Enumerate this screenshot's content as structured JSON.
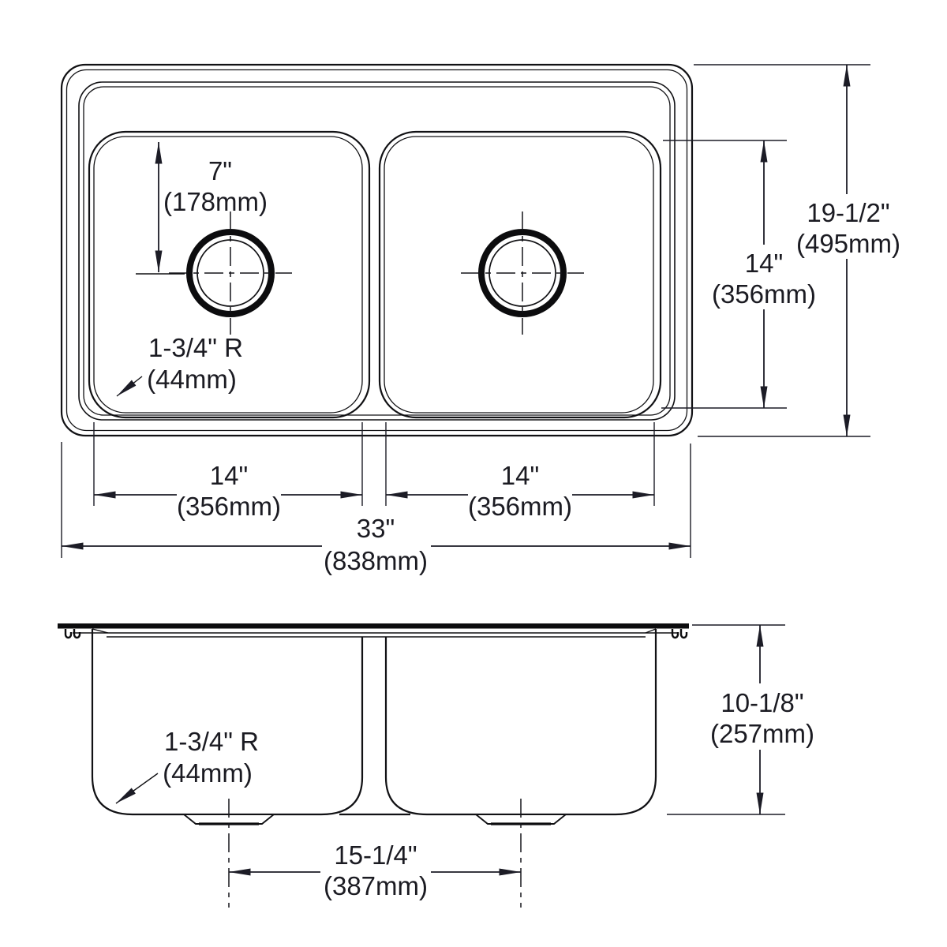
{
  "colors": {
    "line": "#111114",
    "dimension": "#1c1c26",
    "background": "#ffffff"
  },
  "top_view": {
    "drain_offset": {
      "imperial": "7\"",
      "metric": "(178mm)"
    },
    "corner_radius": {
      "imperial": "1-3/4\" R",
      "metric": "(44mm)"
    },
    "left_bowl_width": {
      "imperial": "14\"",
      "metric": "(356mm)"
    },
    "right_bowl_width": {
      "imperial": "14\"",
      "metric": "(356mm)"
    },
    "overall_width": {
      "imperial": "33\"",
      "metric": "(838mm)"
    },
    "bowl_front_to_back": {
      "imperial": "14\"",
      "metric": "(356mm)"
    },
    "overall_front_to_back": {
      "imperial": "19-1/2\"",
      "metric": "(495mm)"
    }
  },
  "front_view": {
    "bowl_depth": {
      "imperial": "10-1/8\"",
      "metric": "(257mm)"
    },
    "drain_center_spacing": {
      "imperial": "15-1/4\"",
      "metric": "(387mm)"
    },
    "corner_radius": {
      "imperial": "1-3/4\" R",
      "metric": "(44mm)"
    }
  }
}
